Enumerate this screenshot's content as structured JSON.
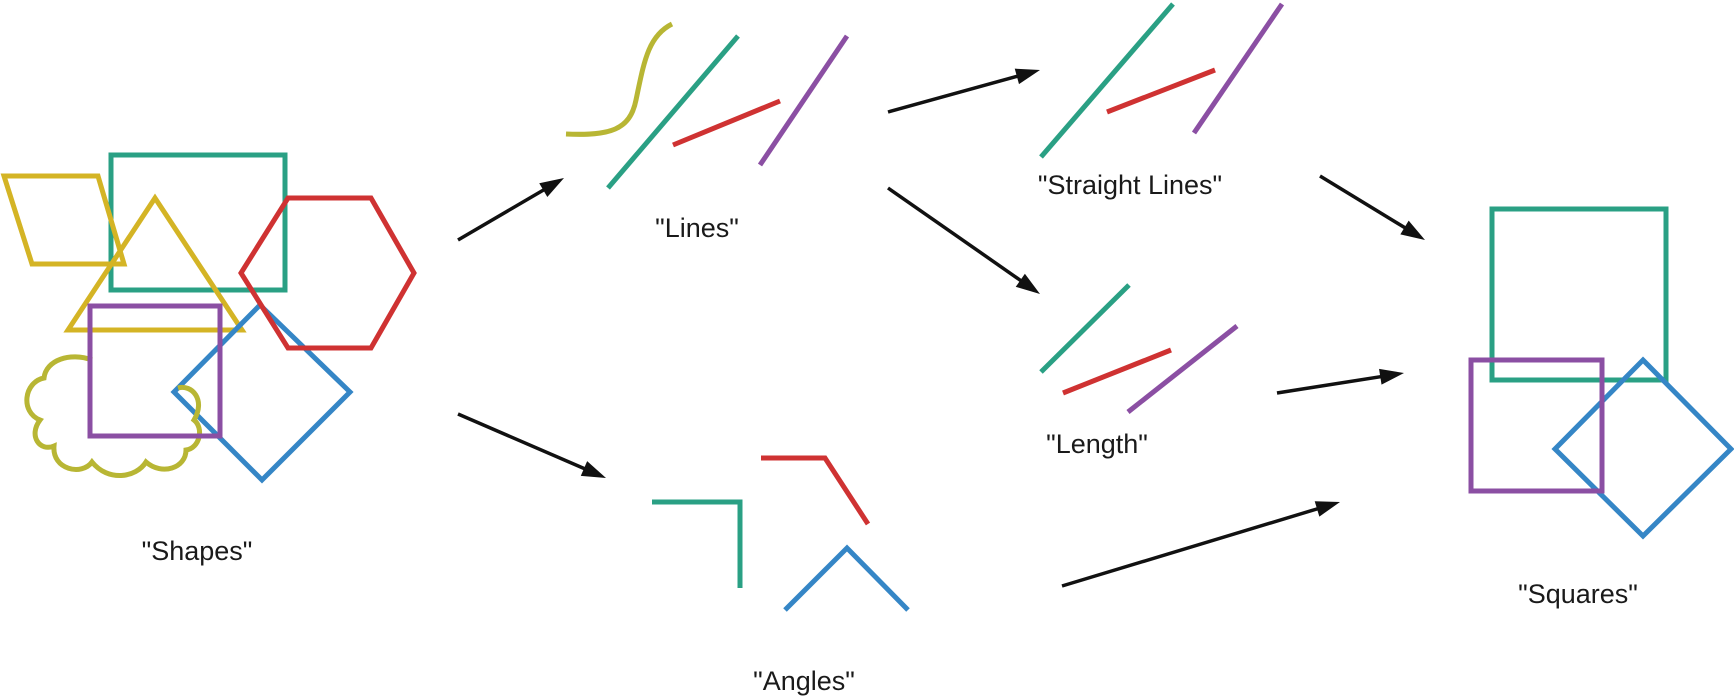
{
  "labels": {
    "shapes": "\"Shapes\"",
    "lines": "\"Lines\"",
    "straight_lines": "\"Straight Lines\"",
    "length": "\"Length\"",
    "angles": "\"Angles\"",
    "squares": "\"Squares\""
  },
  "colors": {
    "green": "#2aa084",
    "yellow": "#d4b425",
    "olive": "#b8b634",
    "red": "#cf3232",
    "purple": "#8b4fa3",
    "blue": "#3586c6",
    "arrow": "#111111"
  }
}
